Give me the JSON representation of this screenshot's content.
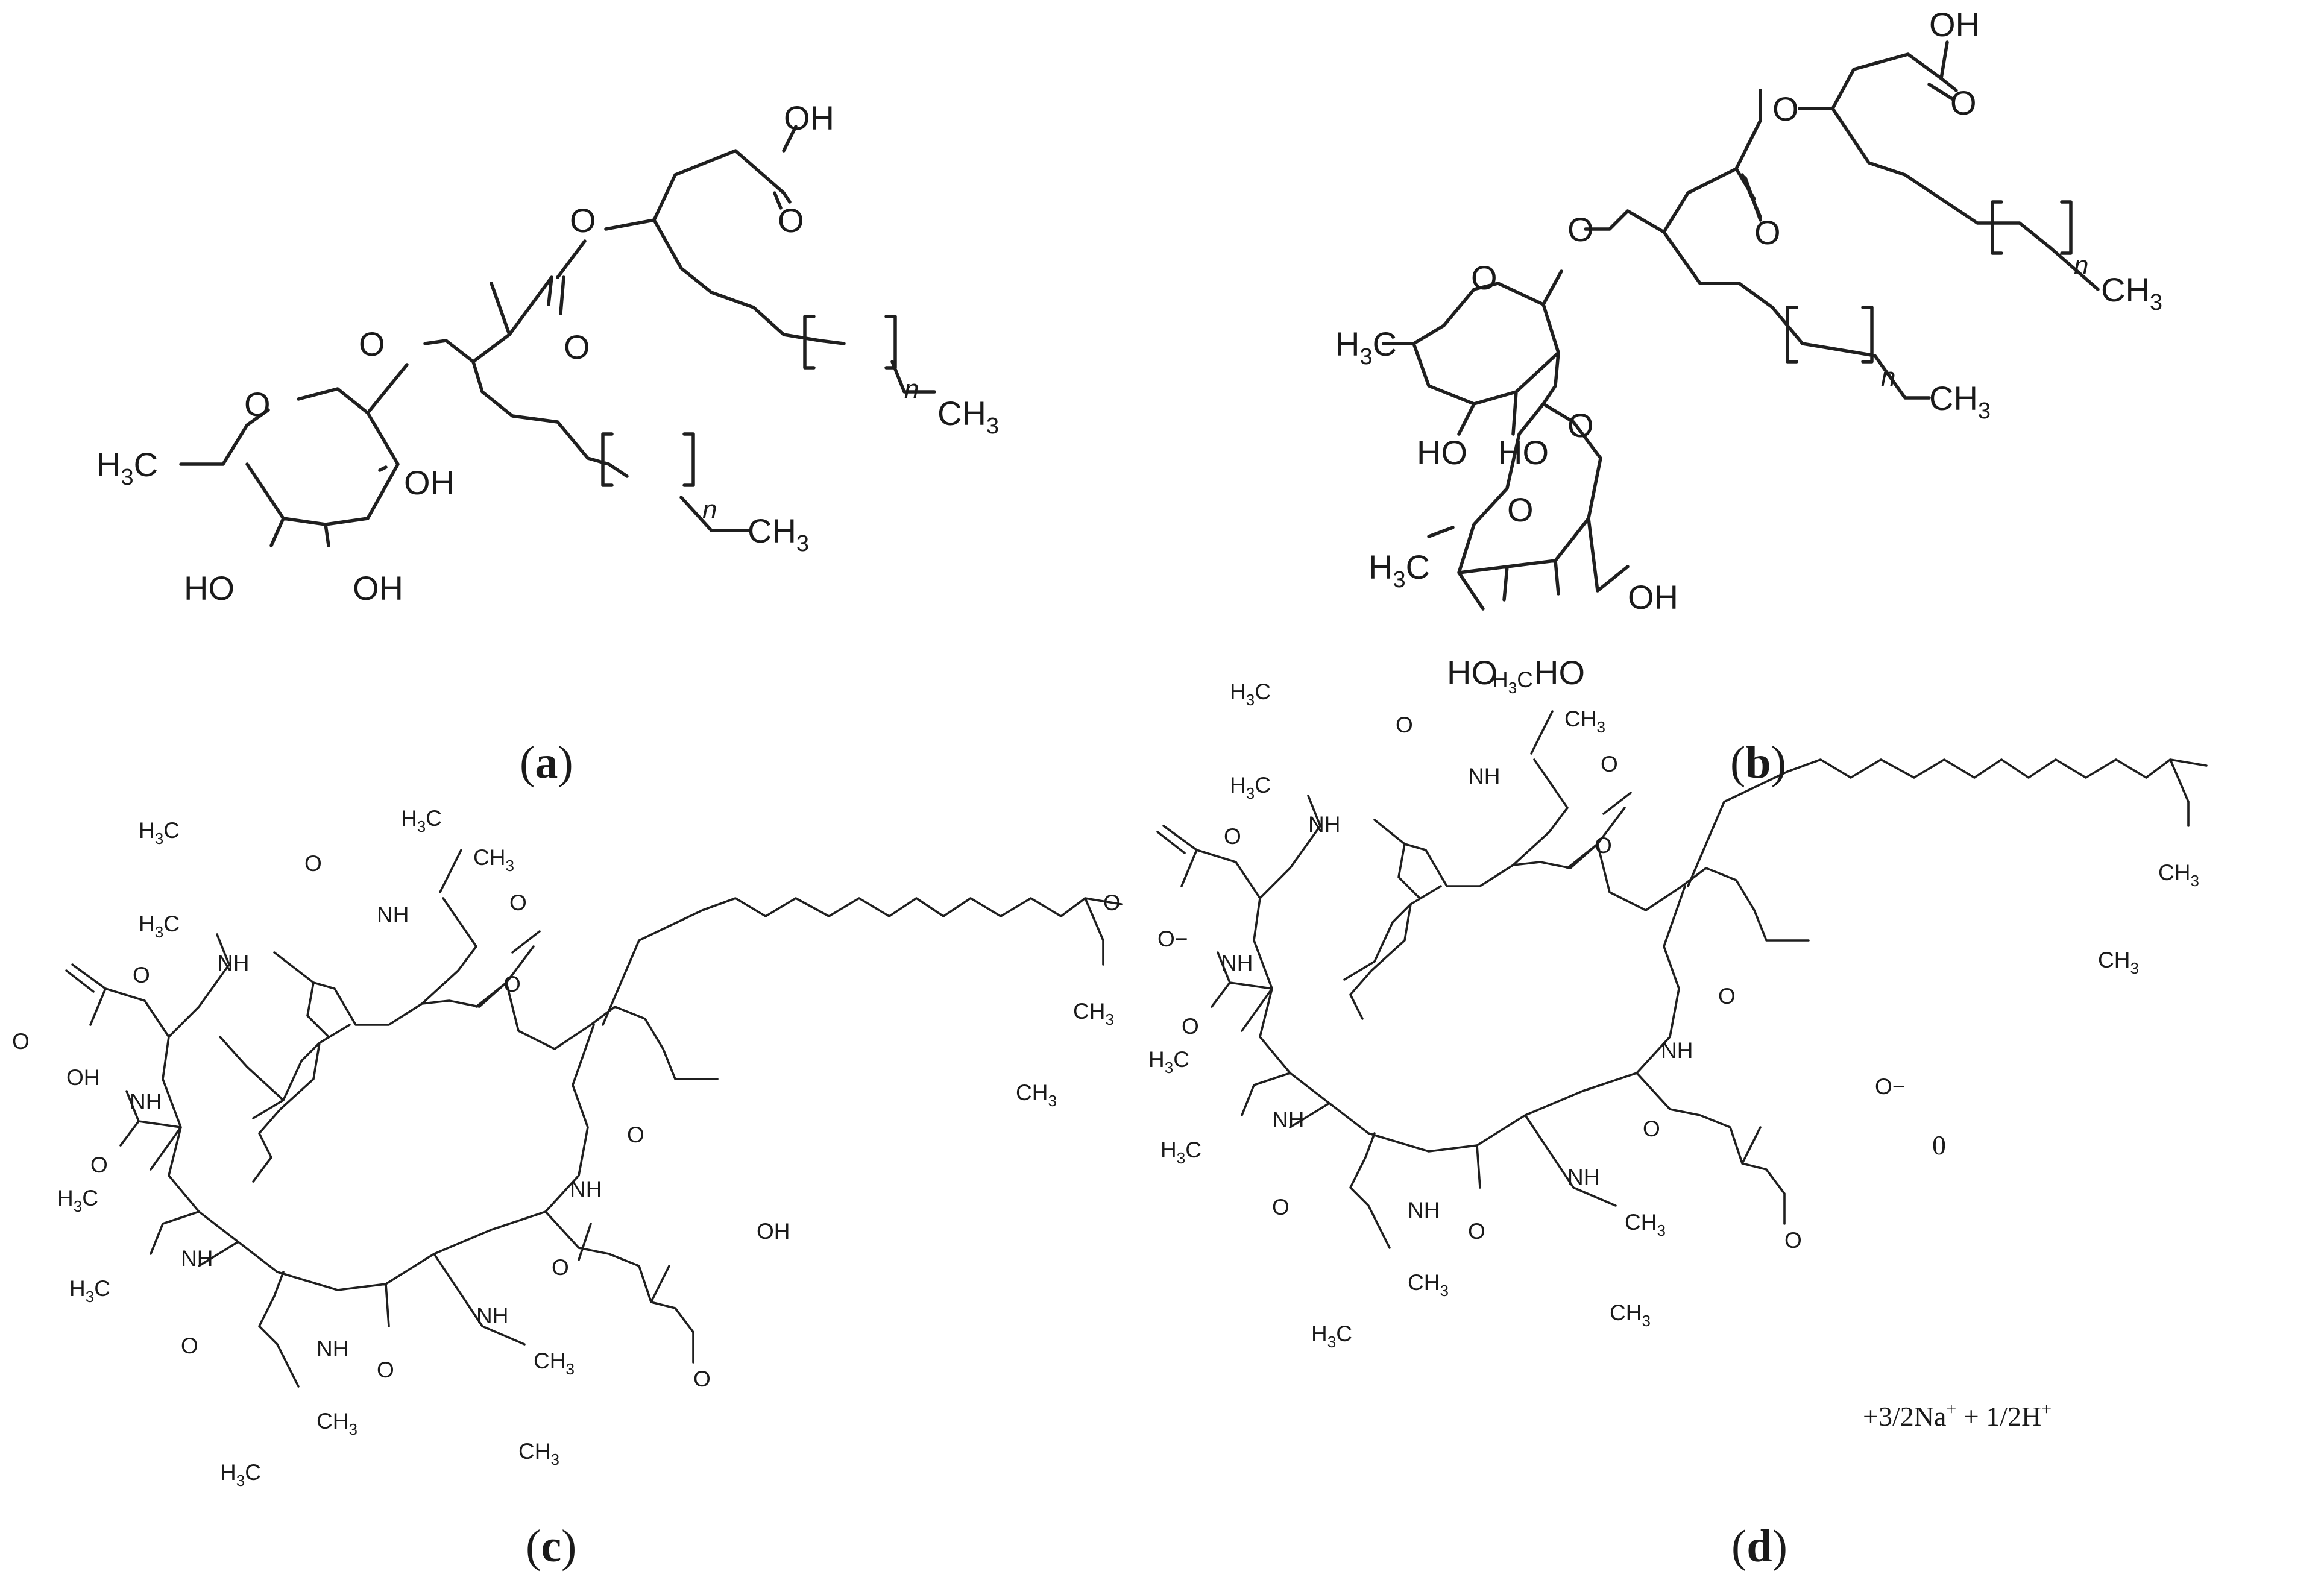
{
  "panels": [
    {
      "id": "a",
      "caption_open": "(",
      "caption_letter": "a",
      "caption_close": ")"
    },
    {
      "id": "b",
      "caption_open": "(",
      "caption_letter": "b",
      "caption_close": ")"
    },
    {
      "id": "c",
      "caption_open": "(",
      "caption_letter": "c",
      "caption_close": ")"
    },
    {
      "id": "d",
      "caption_open": "(",
      "caption_letter": "d",
      "caption_close": ")"
    }
  ],
  "atom_labels": {
    "oh": "OH",
    "ho": "HO",
    "o": "O",
    "o_minus": "O−",
    "nh": "NH",
    "h3c_main": "H",
    "h3c_sub": "3",
    "h3c_tail": "C",
    "ch3_main": "CH",
    "ch3_sub": "3",
    "repeat_index": "n"
  },
  "counter_ion": {
    "part1": "+3/2Na",
    "sup1": "+",
    "part2": " + 1/2H",
    "sup2": "+"
  },
  "stray_label": "0"
}
